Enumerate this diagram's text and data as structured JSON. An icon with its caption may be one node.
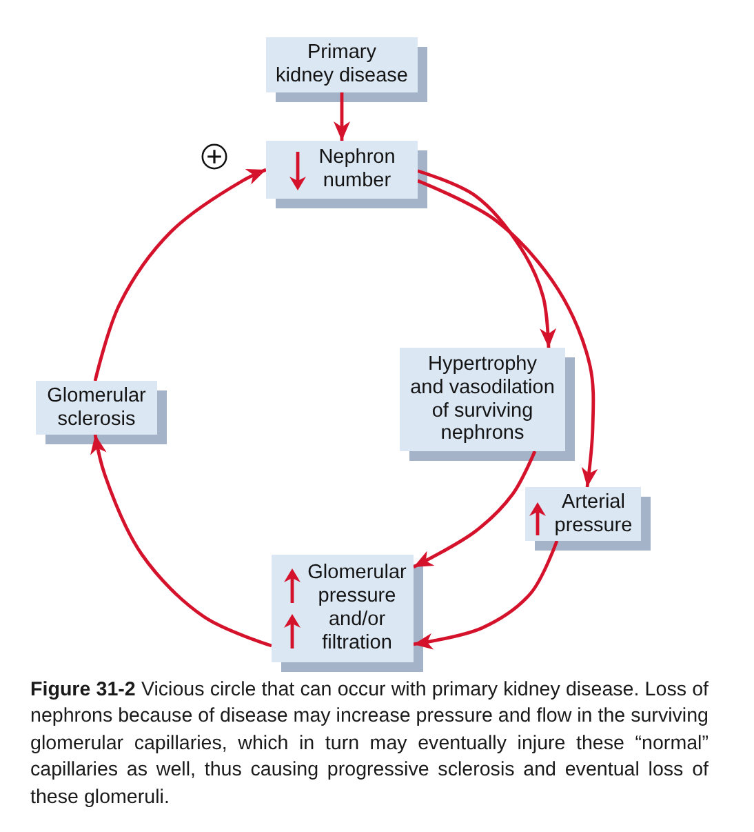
{
  "diagram": {
    "caption": "**Figure 31-2** Vicious circle that can occur with primary kidney disease. Loss of nephrons because of disease may increase pressure and flow in the surviving glomerular capillaries, which in turn may eventually injure these “normal” capillaries as well, thus causing progressive sclerosis and eventual loss of these glomeruli.",
    "nodes": [
      {
        "text": [
          "Primary kidney disease"
        ]
      },
      {
        "text": [
          "Nephron number"
        ]
      },
      {
        "text": [
          "Hypertrophy and vasodilation of surviving nephrons"
        ]
      },
      {
        "text": [
          "Glomerular sclerosis"
        ]
      },
      {
        "text": [
          "Arterial pressure"
        ]
      },
      {
        "text": [
          "Glomerular pressure and/or filtration"
        ]
      }
    ],
    "edges": [
      {
        "from": 0,
        "to": 1,
        "arrow": "to"
      },
      {
        "from": 1,
        "to": 2,
        "arrow": "to"
      },
      {
        "from": 1,
        "to": 4,
        "arrow": "to"
      },
      {
        "from": 2,
        "to": 5,
        "arrow": "to"
      },
      {
        "from": 4,
        "to": 5,
        "arrow": "to"
      },
      {
        "from": 5,
        "to": 3,
        "arrow": "to"
      },
      {
        "from": 3,
        "to": 1,
        "arrow": "to"
      }
    ]
  }
}
